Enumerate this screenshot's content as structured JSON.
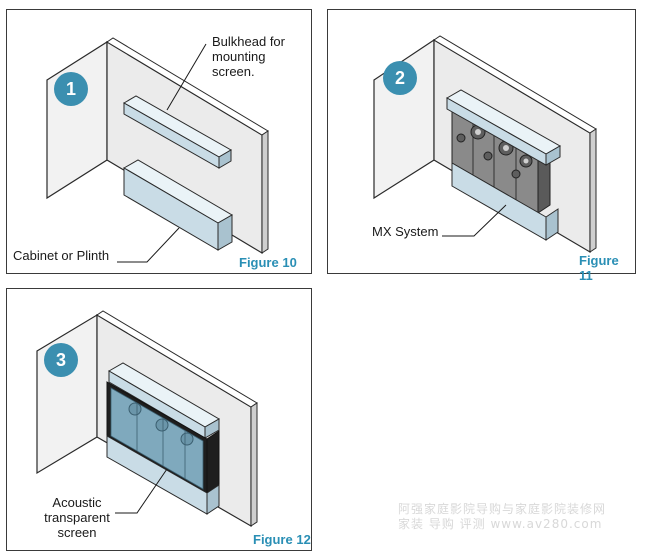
{
  "panels": [
    {
      "step": "1",
      "figure": "Figure 10",
      "callouts": {
        "bulkhead": [
          "Bulkhead for",
          "mounting",
          "screen."
        ],
        "cabinet": "Cabinet or Plinth"
      }
    },
    {
      "step": "2",
      "figure": "Figure 11",
      "callouts": {
        "system": "MX System"
      }
    },
    {
      "step": "3",
      "figure": "Figure 12",
      "callouts": {
        "screen": [
          "Acoustic",
          "transparent",
          "screen"
        ]
      }
    }
  ],
  "watermark": {
    "line1": "阿强家庭影院导购与家庭影院装修网",
    "line2": "家装  导购  评测  www.av280.com"
  },
  "colors": {
    "accent": "#3b8fb0",
    "figure_label": "#2a8fb5",
    "box_face": "#d6e6ee",
    "screen": "#7fa9bd"
  }
}
